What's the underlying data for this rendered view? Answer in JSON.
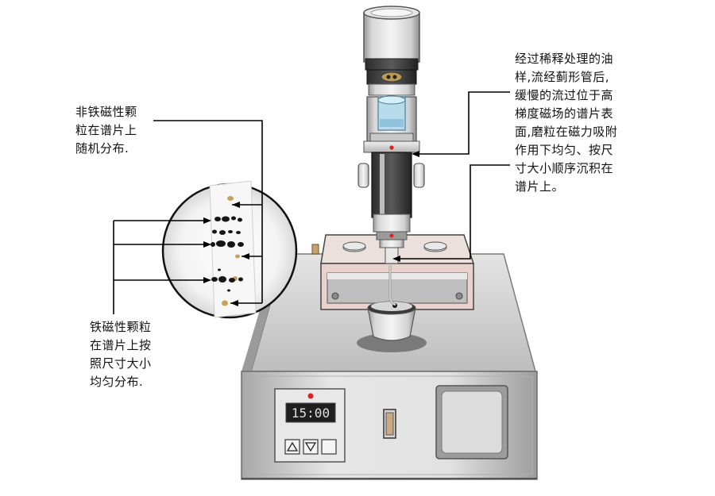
{
  "labels": {
    "nonferrous": "非铁磁性颗\n粒在谱片上\n随机分布.",
    "ferrous": "铁磁性颗粒\n在谱片上按\n照尺寸大小\n均匀分布.",
    "process": "经过稀释处理的油\n样,流经蓟形管后,\n缓慢的流过位于高\n梯度磁场的谱片表\n面,磨粒在磁力吸附\n作用下均匀、按尺\n寸大小顺序沉积在\n谱片上。"
  },
  "display": {
    "readout": "15:00"
  },
  "icons": {
    "up": "triangle-up-icon",
    "down": "triangle-down-icon"
  },
  "colors": {
    "steel_light": "#eeeeee",
    "steel_mid": "#c9c9c9",
    "steel_dark": "#8a8a8a",
    "lcd_bg": "#1f1f1f",
    "lcd_text": "#e0e0e0",
    "indicator_red": "#e02020",
    "magnet_base": "#e9d2cd",
    "fluid_blue": "#b8dcec",
    "leader_line": "#000000"
  }
}
